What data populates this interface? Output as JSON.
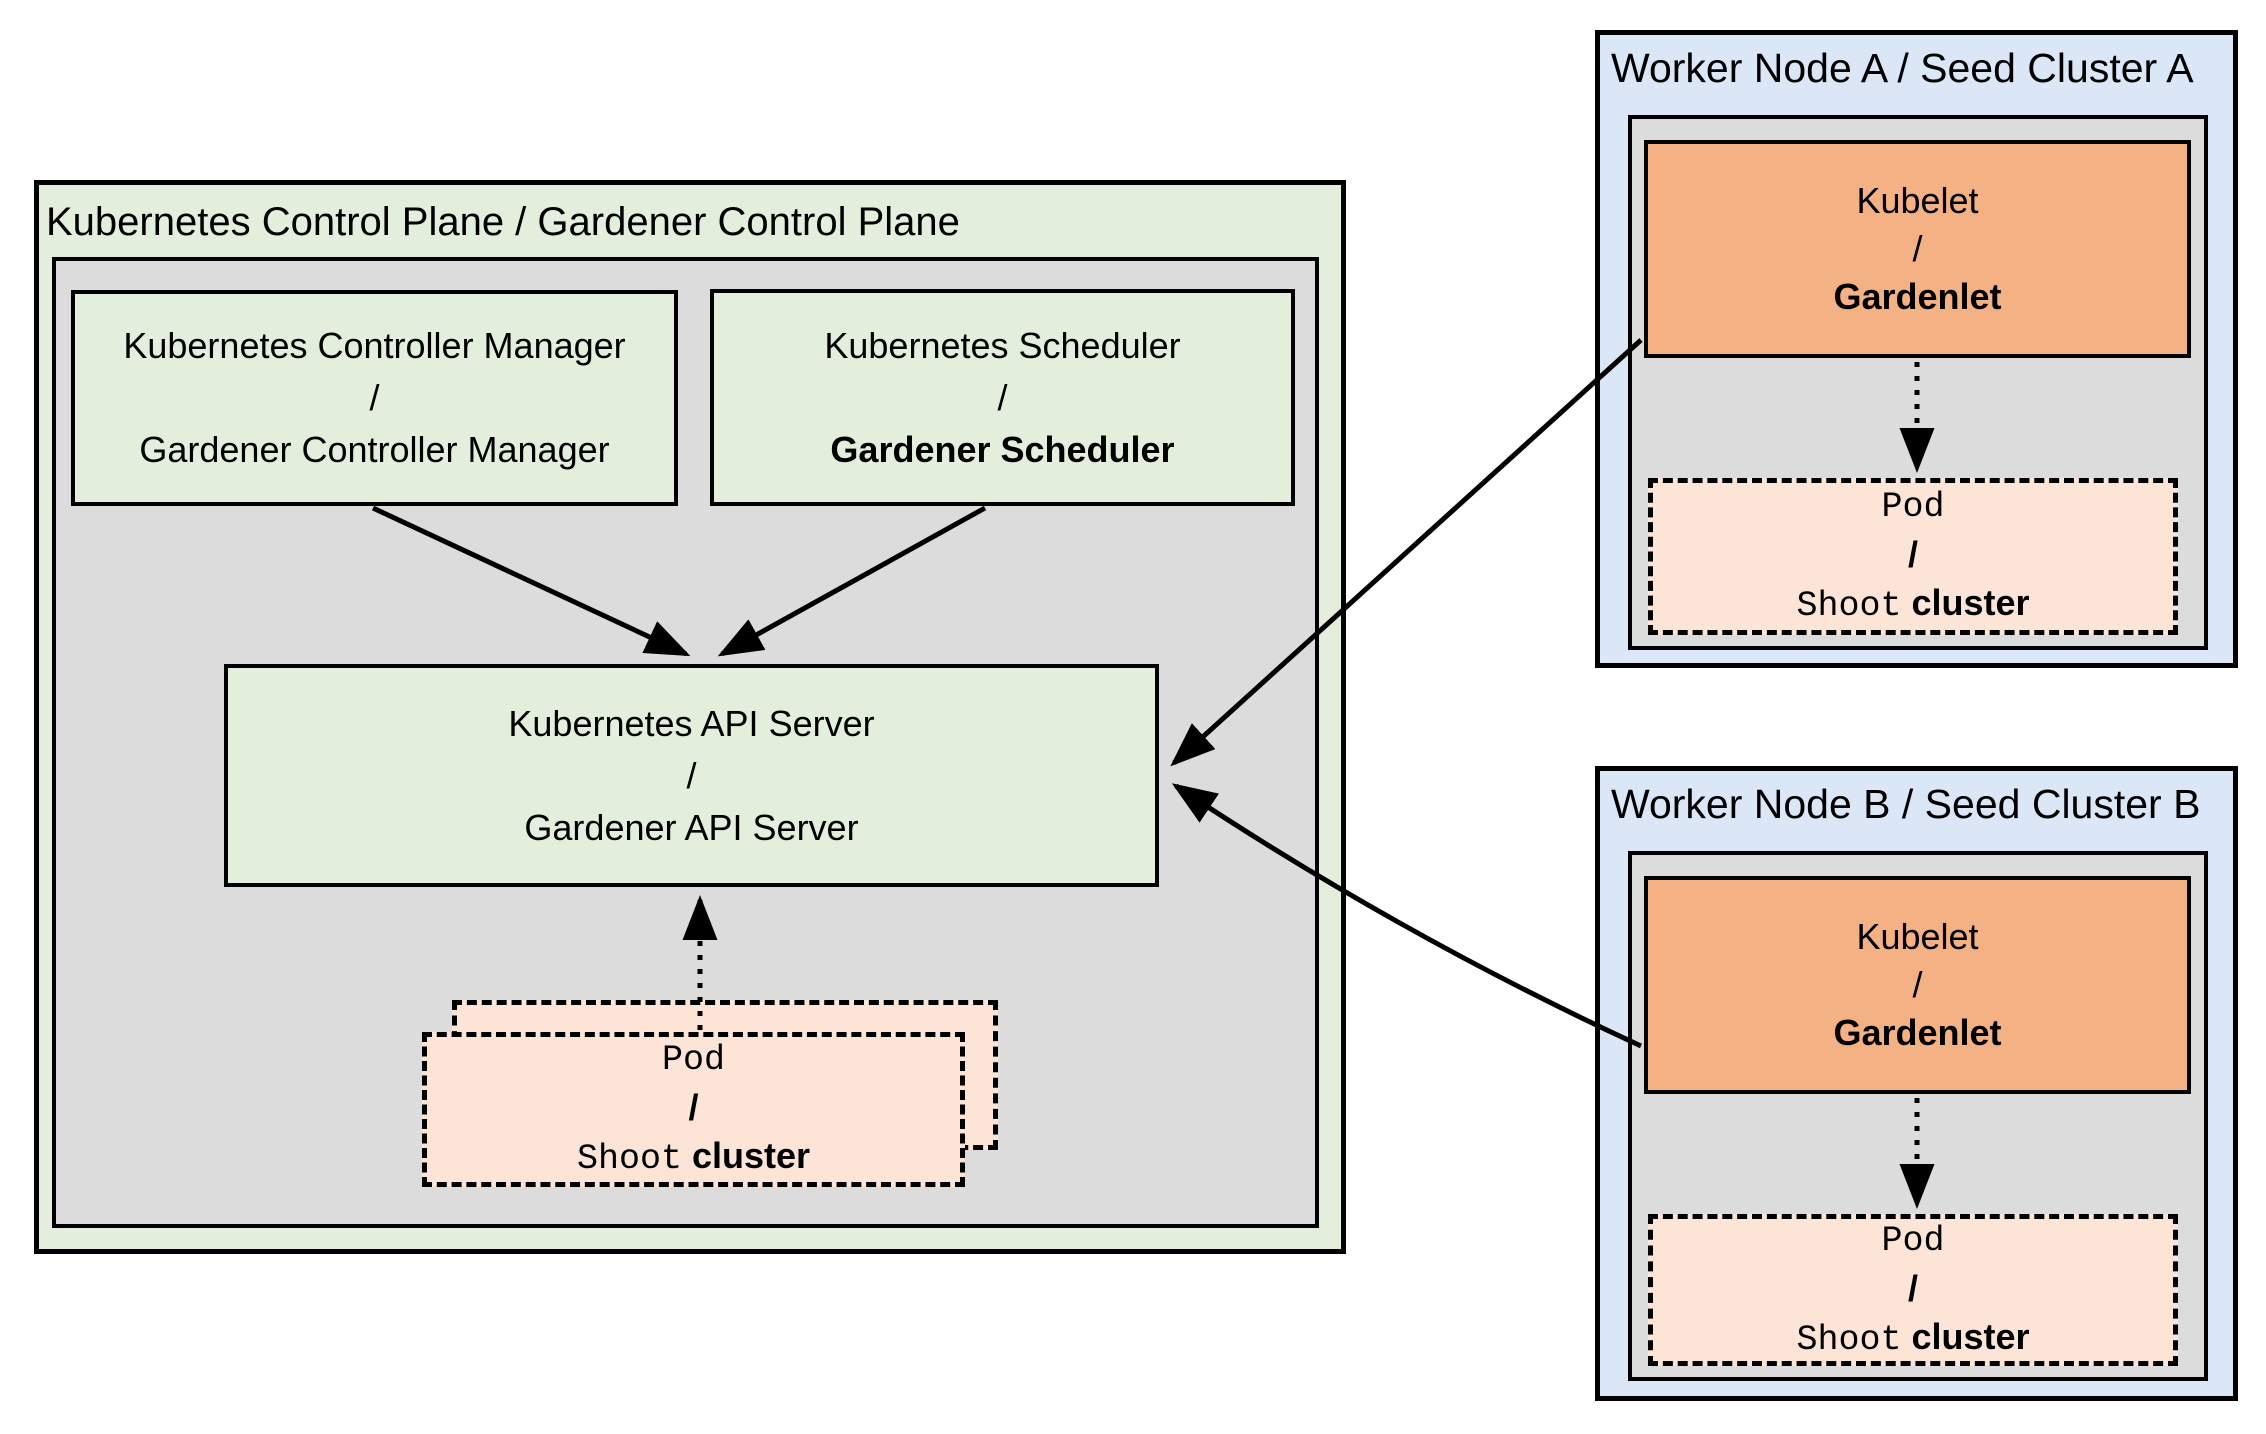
{
  "colors": {
    "green-fill": "#e3efdc",
    "gray-fill": "#dcdcdc",
    "blue-fill": "#dbe7f6",
    "orange-fill": "#f4b183",
    "peach-fill": "#fce4d6",
    "line-color": "#000000"
  },
  "control_plane": {
    "title": "Kubernetes Control Plane / Gardener Control Plane",
    "controller_manager": {
      "lines": [
        "Kubernetes Controller Manager",
        "/",
        "Gardener Controller Manager"
      ]
    },
    "scheduler": {
      "lines": [
        "Kubernetes Scheduler",
        "/",
        "Gardener Scheduler"
      ]
    },
    "api_server": {
      "lines": [
        "Kubernetes API Server",
        "/",
        "Gardener API Server"
      ]
    },
    "shoot_pod": {
      "line1": "Pod",
      "slash": "/",
      "code_word": "Shoot",
      "plain_word": "cluster"
    }
  },
  "worker_node_a": {
    "title": "Worker Node A / Seed Cluster A",
    "kubelet": {
      "lines": [
        "Kubelet",
        "/",
        "Gardenlet"
      ]
    },
    "shoot_pod": {
      "line1": "Pod",
      "slash": "/",
      "code_word": "Shoot",
      "plain_word": "cluster"
    }
  },
  "worker_node_b": {
    "title": "Worker Node B / Seed Cluster B",
    "kubelet": {
      "lines": [
        "Kubelet",
        "/",
        "Gardenlet"
      ]
    },
    "shoot_pod": {
      "line1": "Pod",
      "slash": "/",
      "code_word": "Shoot",
      "plain_word": "cluster"
    }
  }
}
